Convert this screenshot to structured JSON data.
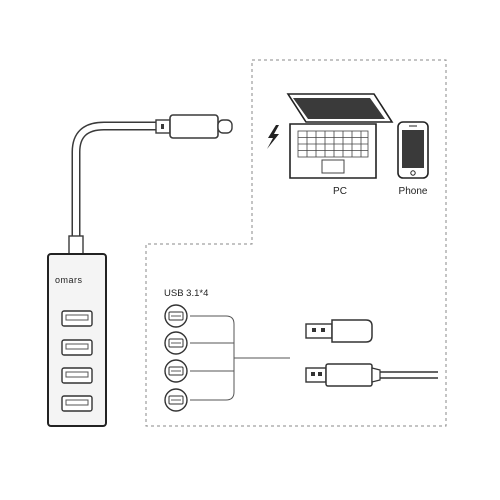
{
  "hub": {
    "brand": "omars"
  },
  "devices": {
    "pc_label": "PC",
    "phone_label": "Phone",
    "power_icon": "lightning-bolt-icon"
  },
  "ports": {
    "spec_label": "USB 3.1*4"
  },
  "colors": {
    "line": "#555555",
    "hub_body": "#f4f4f4",
    "laptop_screen": "#3a3a3a",
    "dashed": "#8a8a8a"
  }
}
